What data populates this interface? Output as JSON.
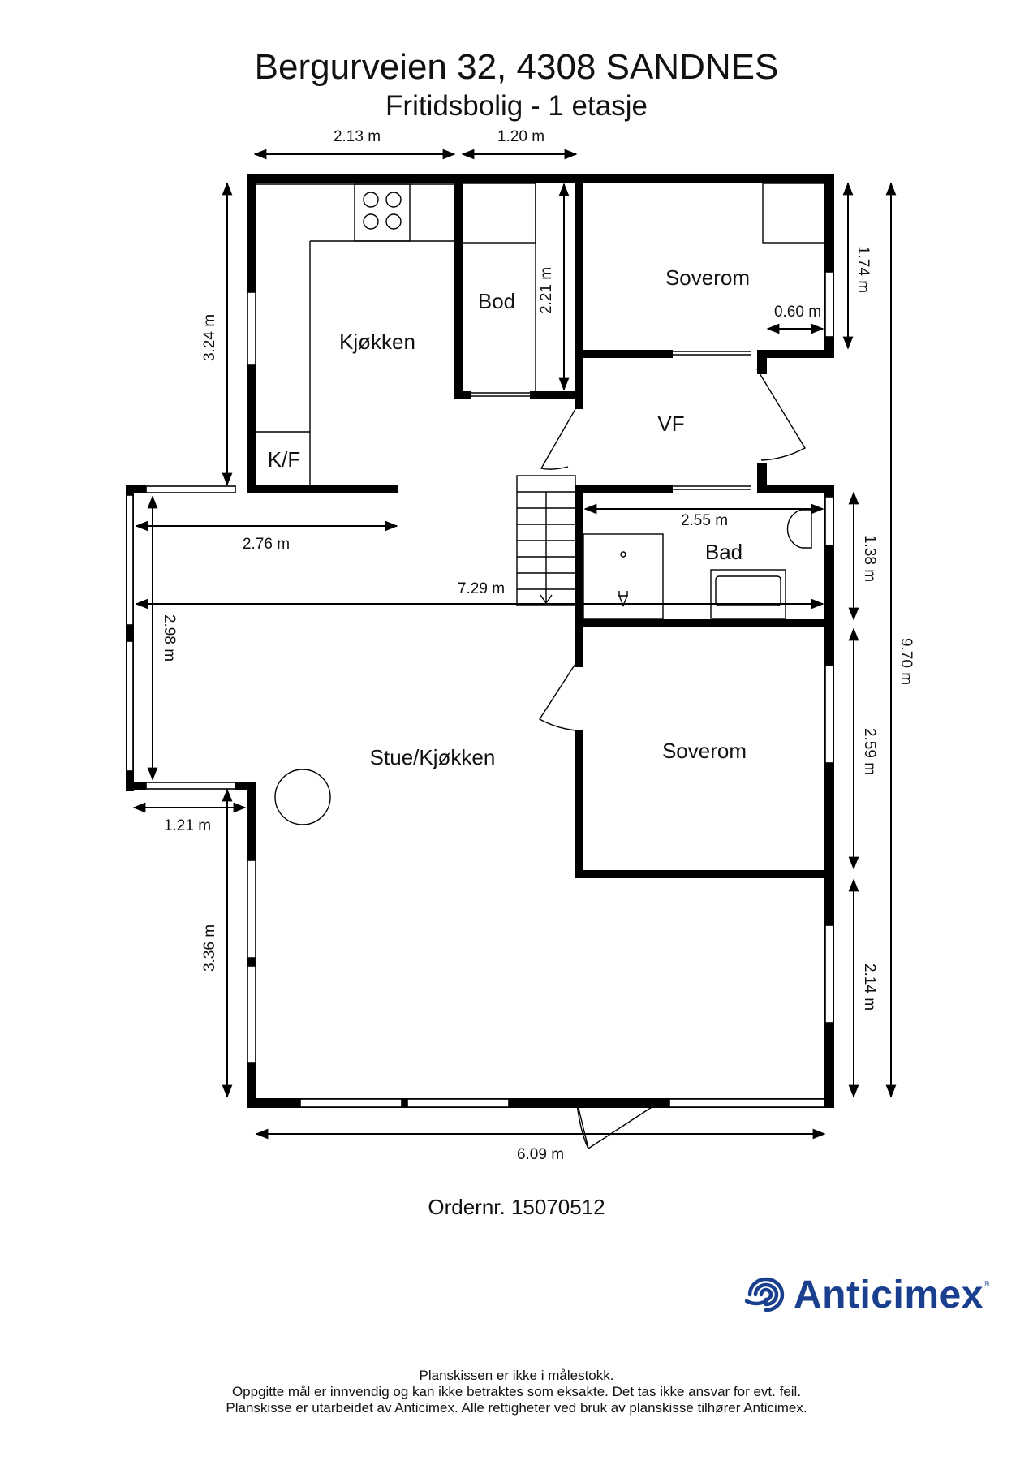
{
  "header": {
    "title": "Bergurveien 32, 4308 SANDNES",
    "subtitle": "Fritidsbolig  - 1 etasje"
  },
  "rooms": {
    "kitchen": "Kjøkken",
    "storage": "Bod",
    "bedroom_top": "Soverom",
    "hall": "VF",
    "fridge": "K/F",
    "bath": "Bad",
    "living": "Stue/Kjøkken",
    "bedroom_bottom": "Soverom"
  },
  "dimensions": {
    "top_left": "2.13 m",
    "top_right": "1.20 m",
    "kitchen_height": "3.24 m",
    "bod_height": "2.21 m",
    "bedroom_top_height": "1.74 m",
    "closet_width": "0.60 m",
    "kitchen_width": "2.76 m",
    "bath_width": "2.55 m",
    "bath_height": "1.38 m",
    "total_width": "7.29 m",
    "bay_height": "2.98 m",
    "total_height": "9.70 m",
    "bedroom_bottom_height": "2.59 m",
    "bay_offset": "1.21 m",
    "living_lower_height": "3.36 m",
    "right_lower_height": "2.14 m",
    "bottom_width": "6.09 m"
  },
  "order": "Ordernr. 15070512",
  "brand": {
    "name": "Anticimex",
    "color": "#1b3f8f",
    "logo_icon": "anticimex-spiral-icon"
  },
  "footer": {
    "line1": "Planskissen er ikke i målestokk.",
    "line2": "Oppgitte mål er innvendig og kan ikke betraktes som eksakte. Det tas ikke ansvar for evt. feil.",
    "line3": "Planskisse er utarbeidet av Anticimex. Alle rettigheter ved bruk av planskisse tilhører Anticimex."
  }
}
